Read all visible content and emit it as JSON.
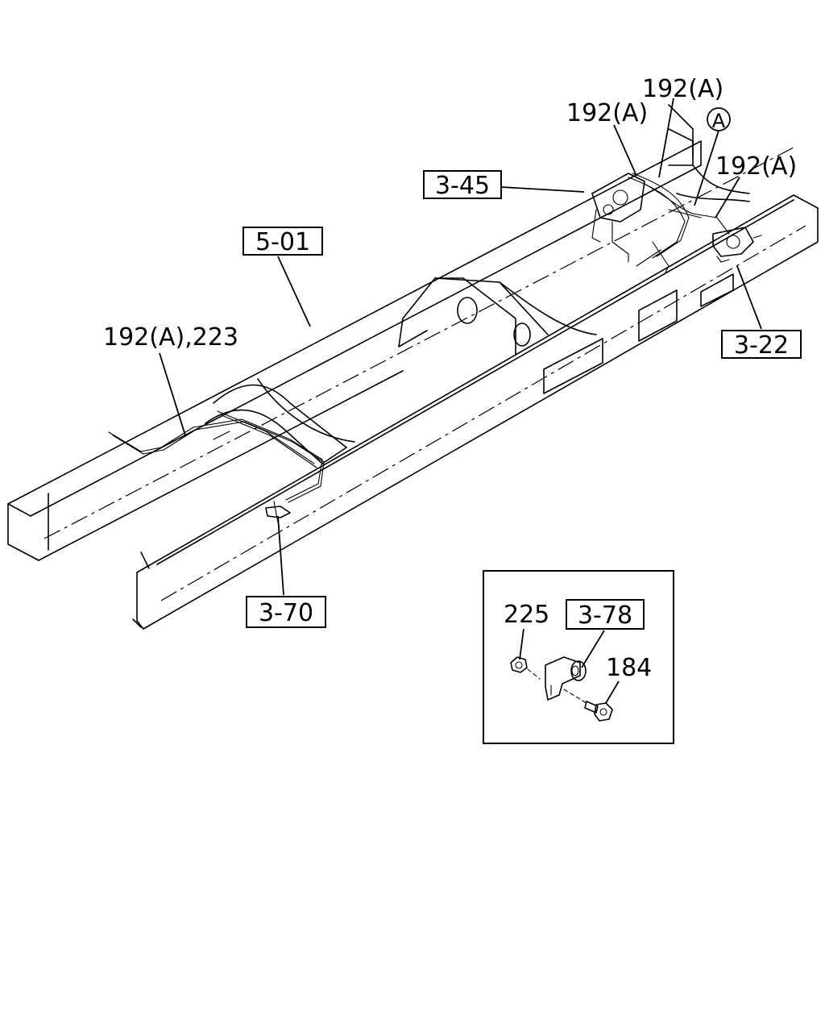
{
  "callouts": {
    "ref_345": "3-45",
    "ref_501": "5-01",
    "ref_322": "3-22",
    "ref_370": "3-70",
    "ref_378": "3-78",
    "part_192a_top": "192(A)",
    "part_192a_mid": "192(A)",
    "part_192a_right": "192(A)",
    "part_192a_223": "192(A),223",
    "circle_a": "A",
    "part_225": "225",
    "part_184": "184"
  }
}
